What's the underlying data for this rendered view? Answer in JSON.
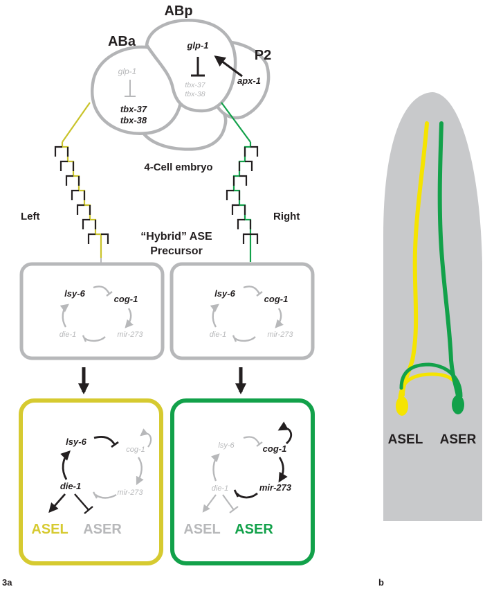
{
  "colors": {
    "gray": "#b7b8ba",
    "cell_outline": "#b3b4b6",
    "yellow_line": "#c9c32b",
    "yellow_box": "#d6ca30",
    "yellow_neuron": "#f5e400",
    "green": "#12a14a",
    "black": "#231f20",
    "head": "#c8c9cb"
  },
  "embryo": {
    "abp_label": "ABp",
    "aba_label": "ABa",
    "p2_label": "P2",
    "abp_glp1": "glp-1",
    "abp_tbx37": "tbx-37",
    "abp_tbx38": "tbx-38",
    "apx1": "apx-1",
    "aba_glp1": "glp-1",
    "aba_tbx37": "tbx-37",
    "aba_tbx38": "tbx-38",
    "caption": "4-Cell embryo"
  },
  "lineage": {
    "left_label": "Left",
    "right_label": "Right",
    "precursor_line1": "“Hybrid” ASE",
    "precursor_line2": "Precursor",
    "question": "?"
  },
  "precursor_left": {
    "lsy6": "lsy-6",
    "cog1": "cog-1",
    "die1": "die-1",
    "mir273": "mir-273"
  },
  "precursor_right": {
    "lsy6": "lsy-6",
    "cog1": "cog-1",
    "die1": "die-1",
    "mir273": "mir-273"
  },
  "final_left": {
    "lsy6": "lsy-6",
    "cog1": "cog-1",
    "die1": "die-1",
    "mir273": "mir-273",
    "asel": "ASEL",
    "aser": "ASER"
  },
  "final_right": {
    "lsy6": "lsy-6",
    "cog1": "cog-1",
    "die1": "die-1",
    "mir273": "mir-273",
    "asel": "ASEL",
    "aser": "ASER"
  },
  "panel_b": {
    "asel": "ASEL",
    "aser": "ASER"
  },
  "panel_labels": {
    "a": "3a",
    "b": "b"
  }
}
